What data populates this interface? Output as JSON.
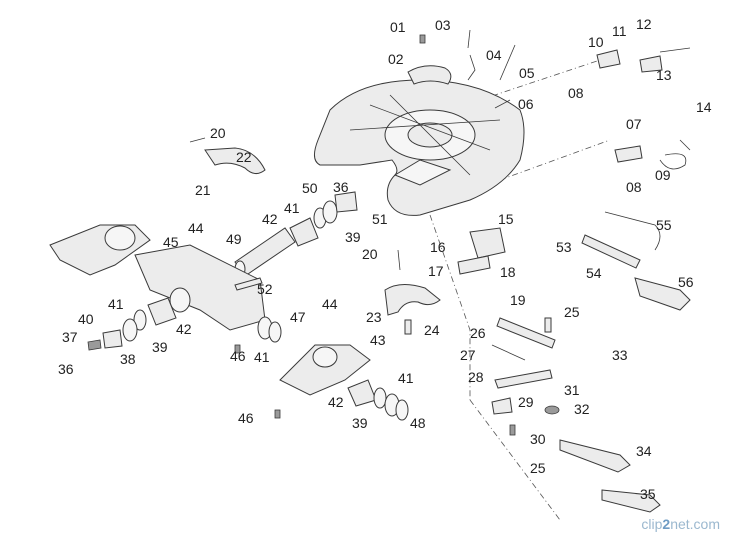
{
  "diagram": {
    "callouts": [
      {
        "id": "c01",
        "text": "01"
      },
      {
        "id": "c02",
        "text": "02"
      },
      {
        "id": "c03",
        "text": "03"
      },
      {
        "id": "c04",
        "text": "04"
      },
      {
        "id": "c05",
        "text": "05"
      },
      {
        "id": "c06",
        "text": "06"
      },
      {
        "id": "c07",
        "text": "07"
      },
      {
        "id": "c08a",
        "text": "08"
      },
      {
        "id": "c08b",
        "text": "08"
      },
      {
        "id": "c09",
        "text": "09"
      },
      {
        "id": "c10",
        "text": "10"
      },
      {
        "id": "c11",
        "text": "11"
      },
      {
        "id": "c12",
        "text": "12"
      },
      {
        "id": "c13",
        "text": "13"
      },
      {
        "id": "c14",
        "text": "14"
      },
      {
        "id": "c15",
        "text": "15"
      },
      {
        "id": "c16",
        "text": "16"
      },
      {
        "id": "c17",
        "text": "17"
      },
      {
        "id": "c18",
        "text": "18"
      },
      {
        "id": "c19",
        "text": "19"
      },
      {
        "id": "c20a",
        "text": "20"
      },
      {
        "id": "c20b",
        "text": "20"
      },
      {
        "id": "c21",
        "text": "21"
      },
      {
        "id": "c22",
        "text": "22"
      },
      {
        "id": "c23",
        "text": "23"
      },
      {
        "id": "c24",
        "text": "24"
      },
      {
        "id": "c25a",
        "text": "25"
      },
      {
        "id": "c25b",
        "text": "25"
      },
      {
        "id": "c26",
        "text": "26"
      },
      {
        "id": "c27",
        "text": "27"
      },
      {
        "id": "c28",
        "text": "28"
      },
      {
        "id": "c29",
        "text": "29"
      },
      {
        "id": "c30",
        "text": "30"
      },
      {
        "id": "c31",
        "text": "31"
      },
      {
        "id": "c32",
        "text": "32"
      },
      {
        "id": "c33",
        "text": "33"
      },
      {
        "id": "c34",
        "text": "34"
      },
      {
        "id": "c35",
        "text": "35"
      },
      {
        "id": "c36a",
        "text": "36"
      },
      {
        "id": "c36b",
        "text": "36"
      },
      {
        "id": "c37",
        "text": "37"
      },
      {
        "id": "c38",
        "text": "38"
      },
      {
        "id": "c39a",
        "text": "39"
      },
      {
        "id": "c39b",
        "text": "39"
      },
      {
        "id": "c39c",
        "text": "39"
      },
      {
        "id": "c40",
        "text": "40"
      },
      {
        "id": "c41a",
        "text": "41"
      },
      {
        "id": "c41b",
        "text": "41"
      },
      {
        "id": "c41c",
        "text": "41"
      },
      {
        "id": "c41d",
        "text": "41"
      },
      {
        "id": "c42a",
        "text": "42"
      },
      {
        "id": "c42b",
        "text": "42"
      },
      {
        "id": "c42c",
        "text": "42"
      },
      {
        "id": "c43",
        "text": "43"
      },
      {
        "id": "c44a",
        "text": "44"
      },
      {
        "id": "c44b",
        "text": "44"
      },
      {
        "id": "c45",
        "text": "45"
      },
      {
        "id": "c46a",
        "text": "46"
      },
      {
        "id": "c46b",
        "text": "46"
      },
      {
        "id": "c47",
        "text": "47"
      },
      {
        "id": "c48",
        "text": "48"
      },
      {
        "id": "c49",
        "text": "49"
      },
      {
        "id": "c50",
        "text": "50"
      },
      {
        "id": "c51",
        "text": "51"
      },
      {
        "id": "c52",
        "text": "52"
      },
      {
        "id": "c53",
        "text": "53"
      },
      {
        "id": "c54",
        "text": "54"
      },
      {
        "id": "c55",
        "text": "55"
      },
      {
        "id": "c56",
        "text": "56"
      }
    ]
  },
  "watermark": {
    "pre": "clip",
    "mid": "2",
    "post": "net.com"
  }
}
